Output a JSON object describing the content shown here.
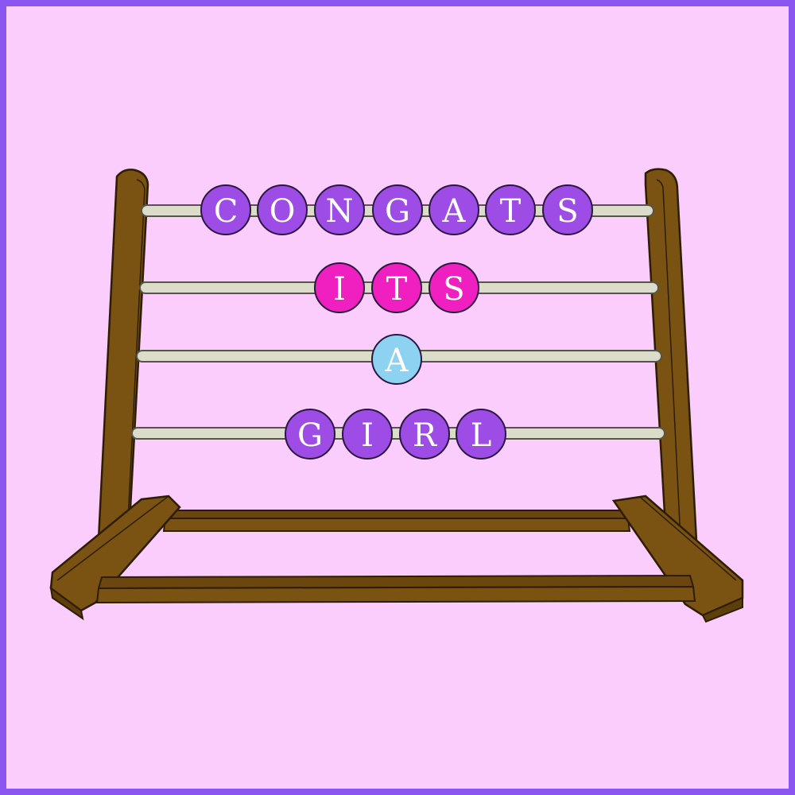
{
  "colors": {
    "border": "#8a55f0",
    "background": "#fbcdfc",
    "wood": "#7a5212",
    "wood_outline": "#2e1d05",
    "rod": "#dcdcca",
    "purple_bead": "#9e4ce6",
    "pink_bead": "#f020c0",
    "blue_bead": "#8ed2f2"
  },
  "rows": [
    {
      "word": "CONGATS",
      "bead_color": "purple_bead",
      "letters": [
        "C",
        "O",
        "N",
        "G",
        "A",
        "T",
        "S"
      ]
    },
    {
      "word": "ITS",
      "bead_color": "pink_bead",
      "letters": [
        "I",
        "T",
        "S"
      ]
    },
    {
      "word": "A",
      "bead_color": "blue_bead",
      "letters": [
        "A"
      ]
    },
    {
      "word": "GIRL",
      "bead_color": "purple_bead",
      "letters": [
        "G",
        "I",
        "R",
        "L"
      ]
    }
  ]
}
